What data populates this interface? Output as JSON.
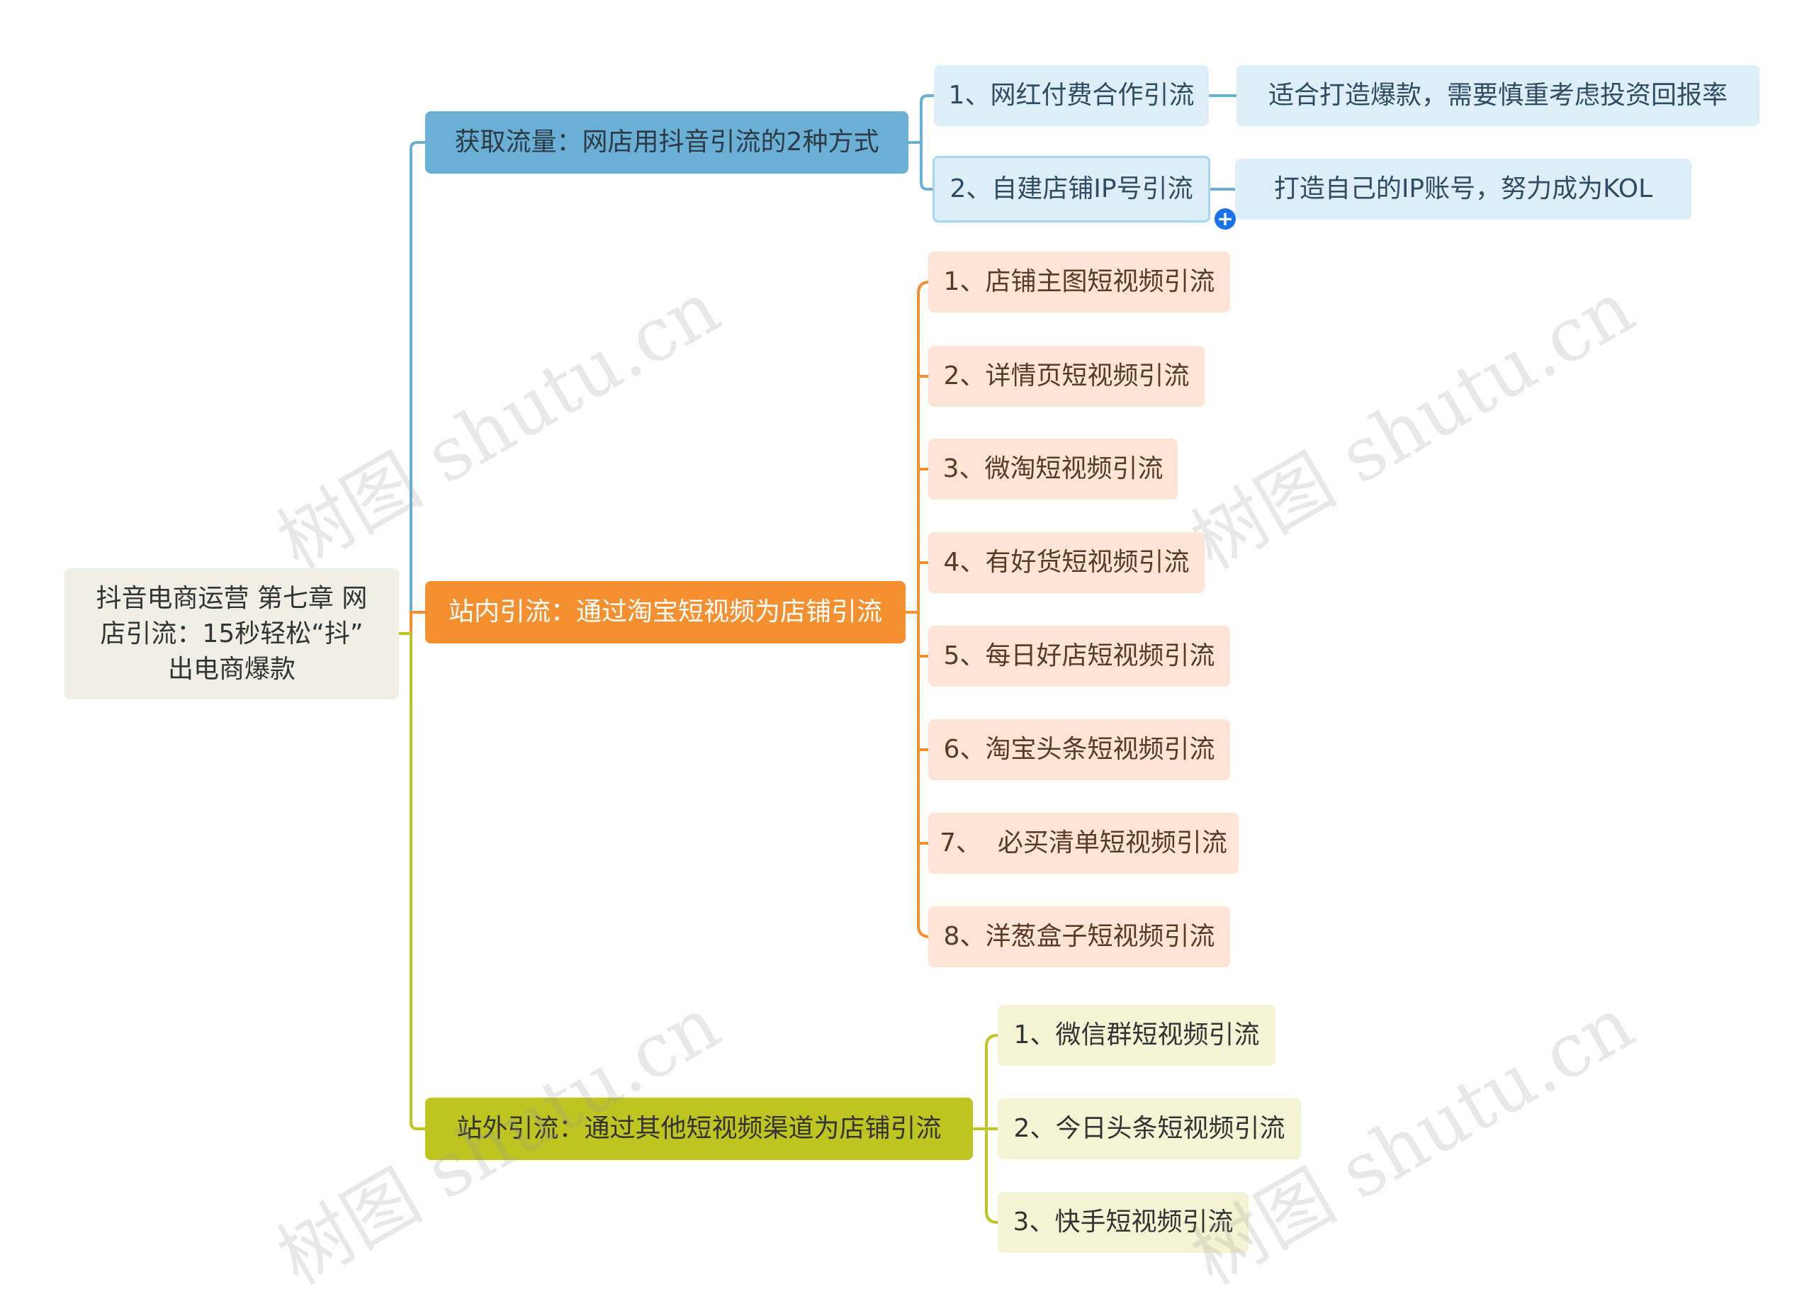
{
  "root": {
    "line1": "抖音电商运营 第七章  网",
    "line2": "店引流：15秒轻松“抖”",
    "line3": "出电商爆款"
  },
  "branches": [
    {
      "label": "获取流量：网店用抖音引流的2种方式",
      "color": "#6ab0d6",
      "items": [
        {
          "label": "1、网红付费合作引流",
          "note": "适合打造爆款，需要慎重考虑投资回报率"
        },
        {
          "label": "2、自建店铺IP号引流",
          "note": "打造自己的IP账号，努力成为KOL"
        }
      ]
    },
    {
      "label": "站内引流：通过淘宝短视频为店铺引流",
      "color": "#f4902f",
      "items": [
        {
          "label": "1、店铺主图短视频引流"
        },
        {
          "label": "2、详情页短视频引流"
        },
        {
          "label": "3、微淘短视频引流"
        },
        {
          "label": "4、有好货短视频引流"
        },
        {
          "label": "5、每日好店短视频引流"
        },
        {
          "label": "6、淘宝头条短视频引流"
        },
        {
          "label": "7、  必买清单短视频引流"
        },
        {
          "label": "8、洋葱盒子短视频引流"
        }
      ]
    },
    {
      "label": "站外引流：通过其他短视频渠道为店铺引流",
      "color": "#bfc520",
      "items": [
        {
          "label": "1、微信群短视频引流"
        },
        {
          "label": "2、今日头条短视频引流"
        },
        {
          "label": "3、快手短视频引流"
        }
      ]
    }
  ],
  "expand_symbol": "+",
  "watermark": "树图 shutu.cn"
}
